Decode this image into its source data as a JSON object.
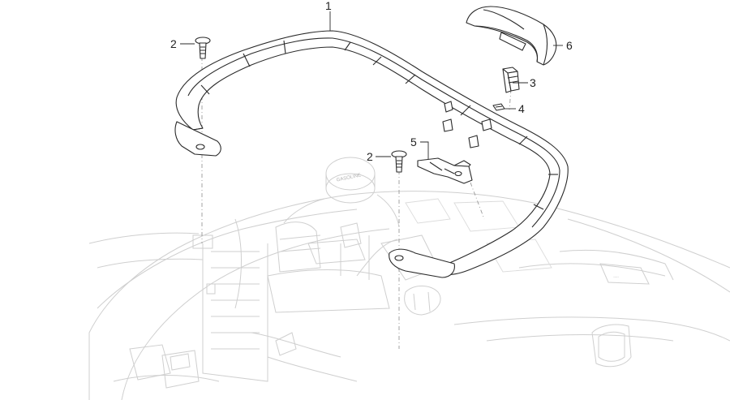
{
  "callouts": [
    {
      "id": "c1",
      "label": "1"
    },
    {
      "id": "c2a",
      "label": "2"
    },
    {
      "id": "c2b",
      "label": "2"
    },
    {
      "id": "c3",
      "label": "3"
    },
    {
      "id": "c4",
      "label": "4"
    },
    {
      "id": "c5",
      "label": "5"
    },
    {
      "id": "c6",
      "label": "6"
    }
  ],
  "cap_text": "GASOLINE",
  "colors": {
    "line": "#2a2a2a",
    "background_line": "#cfcfcf",
    "label": "#222222"
  }
}
